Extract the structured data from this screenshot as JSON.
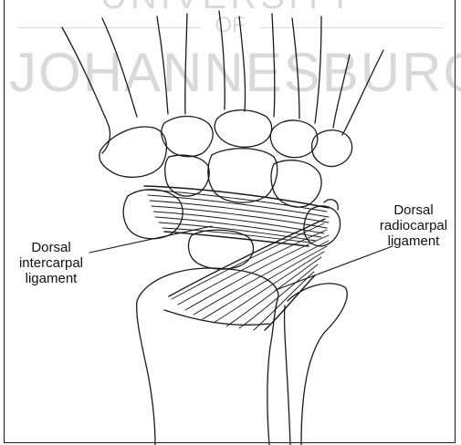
{
  "watermark": {
    "top_line": "UNIVERSITY",
    "middle": "OF",
    "bottom": "JOHANNESBURG"
  },
  "labels": {
    "intercarpal": [
      "Dorsal",
      "intercarpal",
      "ligament"
    ],
    "radiocarpal": [
      "Dorsal",
      "radiocarpal",
      "ligament"
    ]
  },
  "colors": {
    "ink": "#1a1a1a",
    "watermark": "#b5b5b5"
  }
}
